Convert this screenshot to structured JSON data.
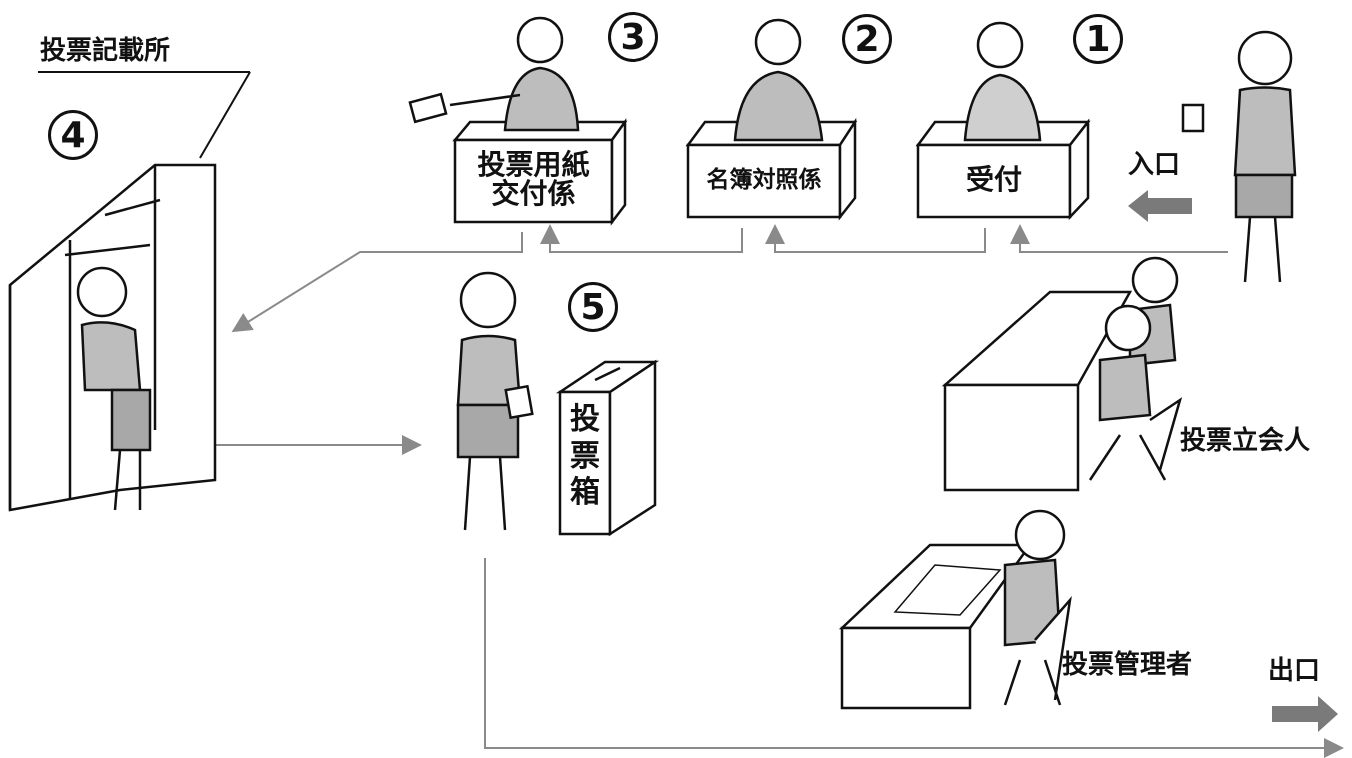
{
  "title": "投票記載所",
  "numbers": {
    "n1": "1",
    "n2": "2",
    "n3": "3",
    "n4": "4",
    "n5": "5"
  },
  "stations": {
    "uketsuke": "受付",
    "meibo": "名簿対照係",
    "koufu_line1": "投票用紙",
    "koufu_line2": "交付係",
    "box_v1": "投",
    "box_v2": "票",
    "box_v3": "箱"
  },
  "labels": {
    "entrance": "入口",
    "exit": "出口",
    "witnesses": "投票立会人",
    "manager": "投票管理者"
  },
  "colors": {
    "line": "#8a8a8a",
    "ink": "#111111",
    "arrow": "#7a7a7a"
  }
}
